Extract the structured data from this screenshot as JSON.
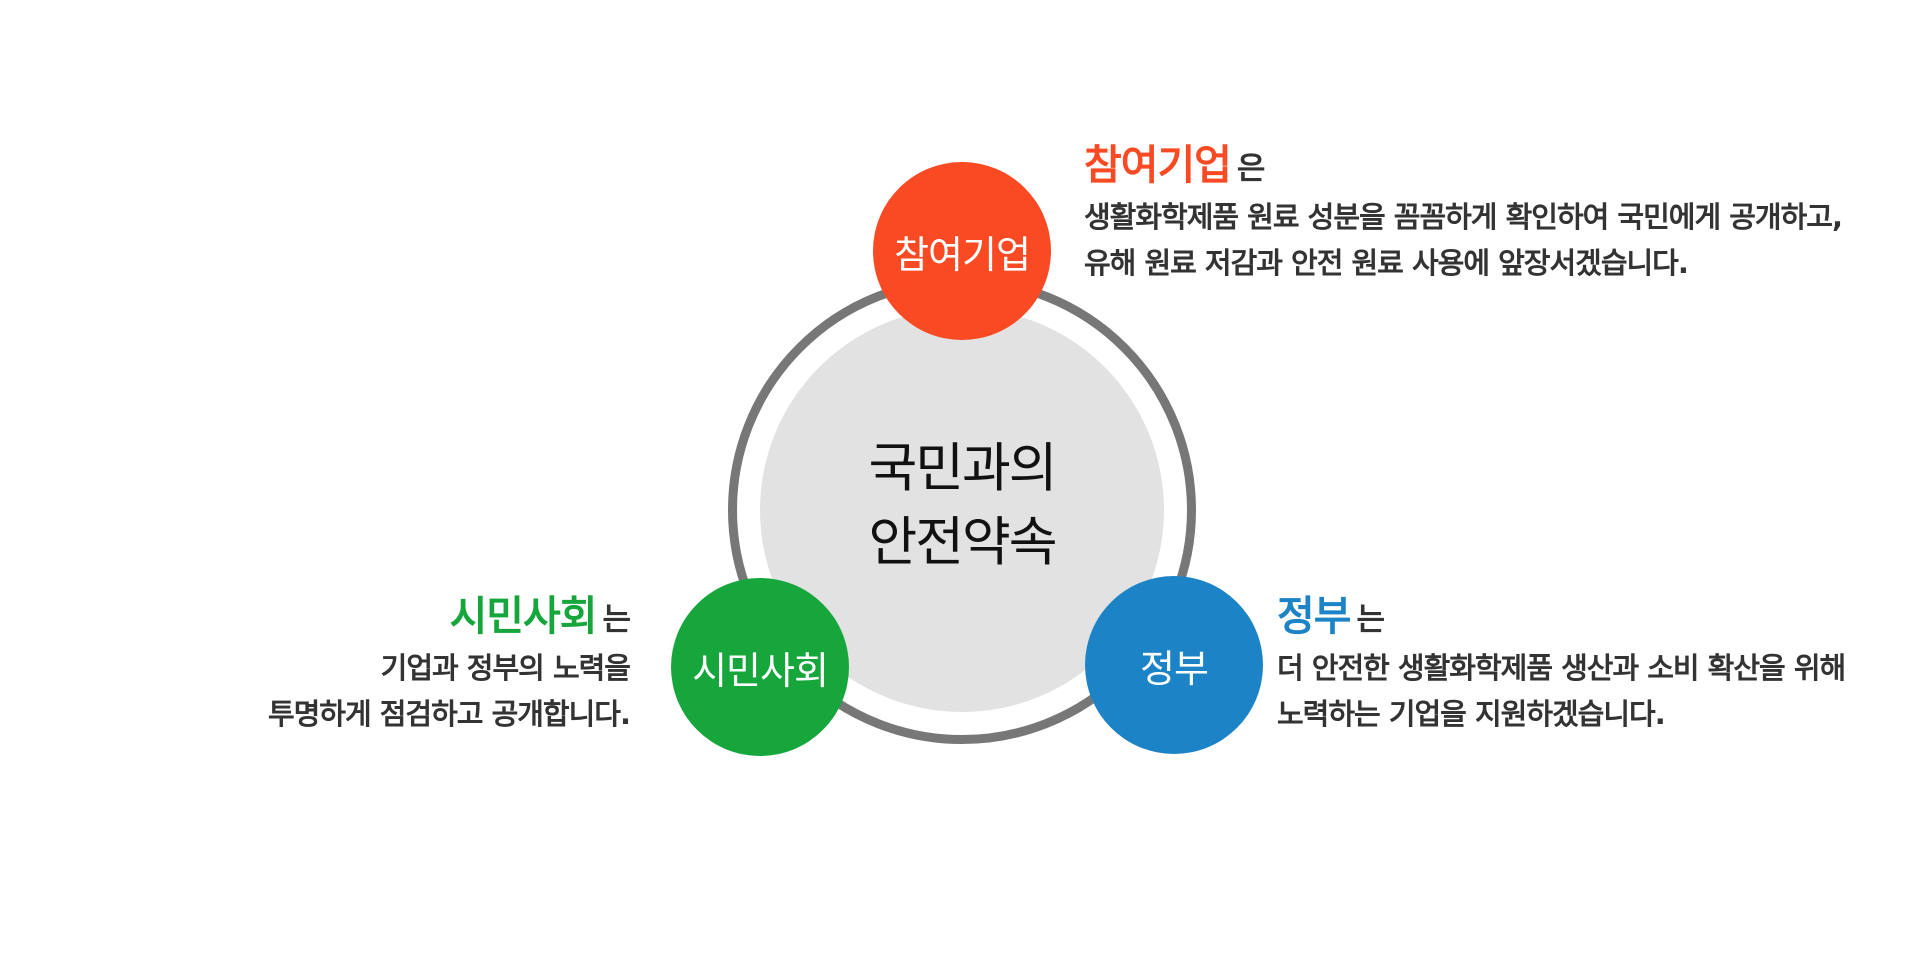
{
  "center": {
    "line1": "국민과의",
    "line2": "안전약속"
  },
  "nodes": {
    "company": {
      "label": "참여기업",
      "color": "#fa4a24"
    },
    "civil": {
      "label": "시민사회",
      "color": "#16a63c"
    },
    "gov": {
      "label": "정부",
      "color": "#1c84c6"
    }
  },
  "descriptions": {
    "company": {
      "subject": "참여기업",
      "particle": "은",
      "lines": [
        "생활화학제품 원료 성분을 꼼꼼하게 확인하여 국민에게 공개하고,",
        "유해 원료 저감과 안전 원료 사용에 앞장서겠습니다."
      ]
    },
    "civil": {
      "subject": "시민사회",
      "particle": "는",
      "lines": [
        "기업과 정부의 노력을",
        "투명하게 점검하고 공개합니다."
      ]
    },
    "gov": {
      "subject": "정부",
      "particle": "는",
      "lines": [
        "더 안전한 생활화학제품 생산과 소비 확산을 위해",
        "노력하는 기업을 지원하겠습니다."
      ]
    }
  },
  "colors": {
    "ring": "#777777",
    "core": "#e2e2e2",
    "text": "#333333"
  }
}
